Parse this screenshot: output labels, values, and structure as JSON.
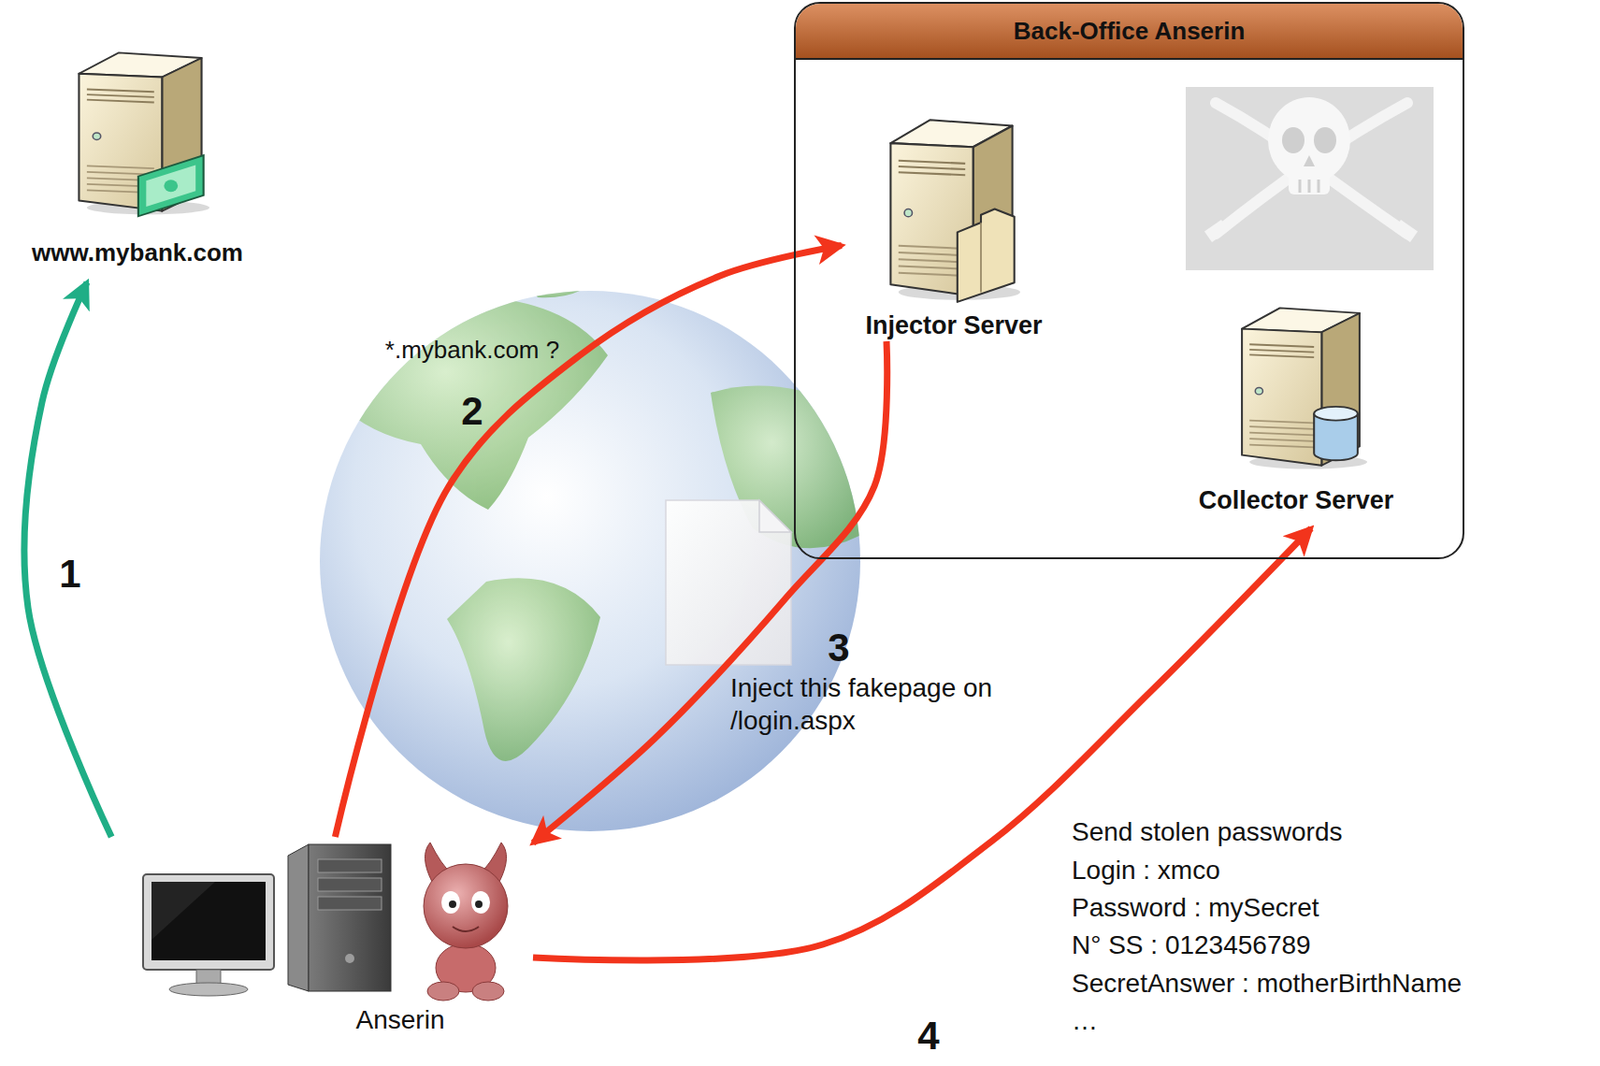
{
  "diagram": {
    "nodes": [
      {
        "text": [
          "www.mybank.com"
        ]
      },
      {
        "text": [
          "Back-Office Anserin"
        ]
      },
      {
        "text": [
          "Injector Server"
        ],
        "in": 1
      },
      {
        "text": [
          "Collector Server"
        ],
        "in": 1
      },
      {
        "text": [
          "Anserin"
        ]
      }
    ],
    "edges": [
      {
        "from": 4,
        "to": 0,
        "arrow": "to",
        "label": "1"
      },
      {
        "from": 4,
        "to": 2,
        "arrow": "to",
        "label": "2"
      },
      {
        "from": 2,
        "to": 4,
        "arrow": "to",
        "label": "3"
      },
      {
        "from": 4,
        "to": 3,
        "arrow": "to",
        "label": "4"
      }
    ],
    "labels": [
      "*.mybank.com ?",
      "Inject this fakepage on /login.aspx",
      "Send stolen passwords",
      "Login : xmco",
      "Password : mySecret",
      "N° SS : 0123456789",
      "SecretAnswer : motherBirthName",
      "…"
    ]
  }
}
